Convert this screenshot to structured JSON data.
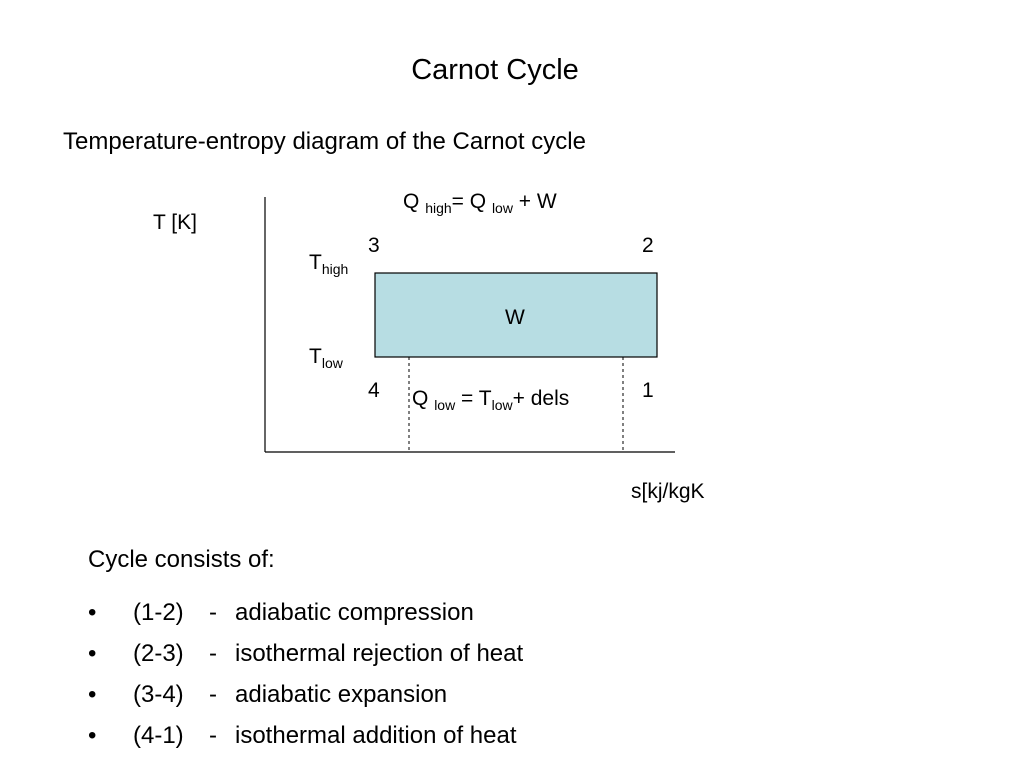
{
  "title": "Carnot Cycle",
  "subtitle": "Temperature-entropy diagram of the Carnot cycle",
  "diagram": {
    "y_axis_label": "T [K]",
    "x_axis_label": "s[kj/kgK",
    "t_high": {
      "main": "T",
      "sub": "high"
    },
    "t_low": {
      "main": "T",
      "sub": "low"
    },
    "corners": [
      "3",
      "2",
      "4",
      "1"
    ],
    "work_label": "W",
    "q_high": {
      "q": "Q",
      "q_sub": "high",
      "rest": "= Q",
      "rest_sub": "low",
      "tail": " + W"
    },
    "q_low": {
      "q": "Q",
      "q_sub": "low",
      "eq": " = T",
      "t_sub": "low",
      "tail": "+ dels"
    },
    "colors": {
      "fill": "#b7dde3",
      "stroke": "#000000"
    }
  },
  "cycle": {
    "heading": "Cycle consists of:",
    "bullet": "•",
    "dash": "-",
    "items": [
      {
        "step": "(1-2)",
        "desc": "adiabatic compression"
      },
      {
        "step": "(2-3)",
        "desc": "isothermal rejection of heat"
      },
      {
        "step": "(3-4)",
        "desc": "adiabatic expansion"
      },
      {
        "step": "(4-1)",
        "desc": "isothermal addition of heat"
      }
    ]
  }
}
